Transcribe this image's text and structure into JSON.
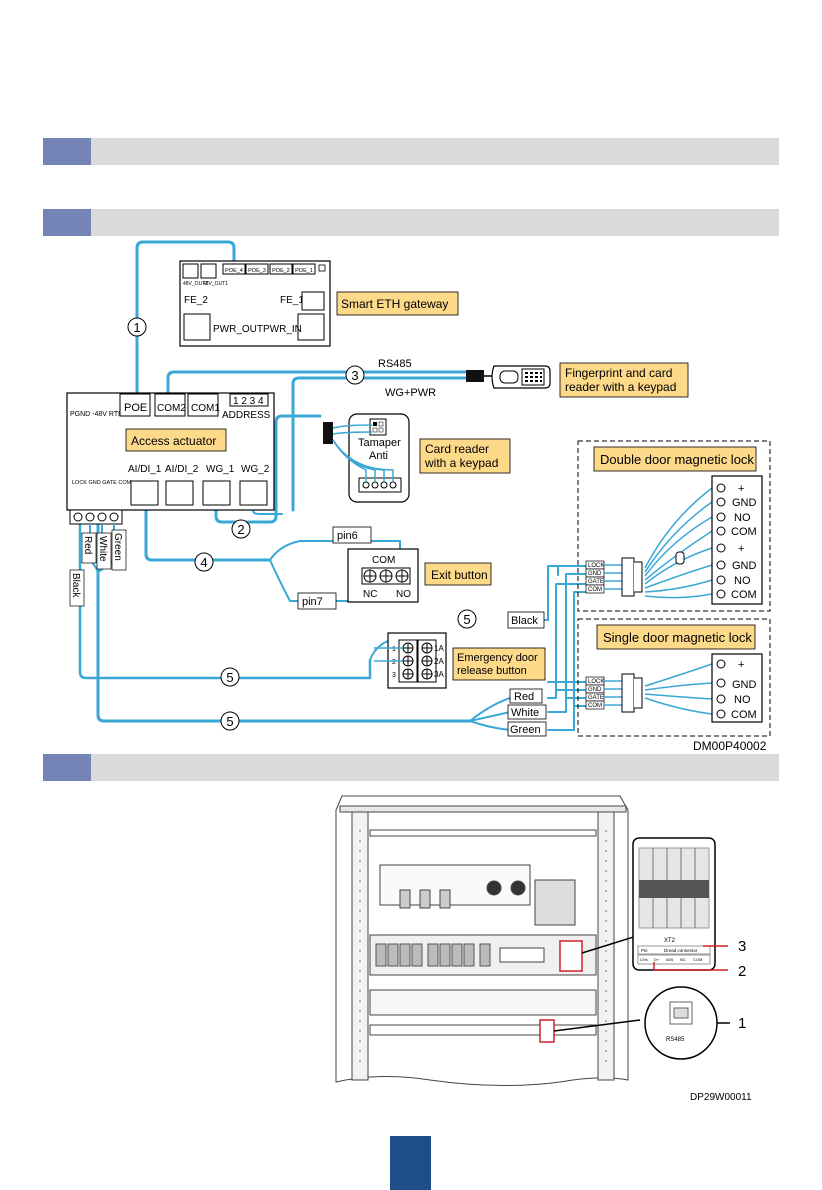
{
  "colors": {
    "section_bar": "#dadada",
    "section_marker": "#7584b7",
    "cable": "#3aa8d6",
    "label_fill": "#fdd98a",
    "page_badge": "#1d4e89"
  },
  "wiring": {
    "gateway": {
      "label": "Smart ETH gateway",
      "ports_top": [
        "POE_4",
        "POE_3",
        "POE_2",
        "POE_1"
      ],
      "dc_out": [
        "48V_OUT2",
        "48V_OUT1"
      ],
      "fe2": "FE_2",
      "fe1": "FE_1",
      "pwr_out": "PWR_OUT",
      "pwr_in": "PWR_IN"
    },
    "actuator": {
      "label": "Access actuator",
      "pwr": "PGND -48V RTN",
      "poe": "POE",
      "com2": "COM2",
      "com1": "COM1",
      "dip": "1 2 3 4",
      "address": "ADDRESS",
      "terminals": "LOCK GND GATE COM",
      "aidi1": "AI/DI_1",
      "aidi2": "AI/DI_2",
      "wg1": "WG_1",
      "wg2": "WG_2"
    },
    "cables": {
      "c1": "1",
      "c2": "2",
      "c3": "3",
      "c4": "4",
      "c5": "5"
    },
    "rs485": "RS485",
    "wg_pwr": "WG+PWR",
    "fingerprint_label": [
      "Fingerprint and card",
      "reader with a keypad"
    ],
    "card_reader_label": [
      "Card reader",
      "with a keypad"
    ],
    "tamper": [
      "Tamaper",
      "Anti"
    ],
    "exit": {
      "label": "Exit button",
      "com": "COM",
      "nc": "NC",
      "no": "NO",
      "pin6": "pin6",
      "pin7": "pin7"
    },
    "emergency": {
      "label": [
        "Emergency door",
        "release button"
      ],
      "left": [
        "1",
        "2",
        "3"
      ],
      "right": [
        "1A",
        "2A",
        "3A"
      ]
    },
    "wire_colors": {
      "black": "Black",
      "red": "Red",
      "white": "White",
      "green": "Green"
    },
    "double_lock": {
      "title": "Double door magnetic lock",
      "terms": [
        "+",
        "GND",
        "NO",
        "COM",
        "+",
        "GND",
        "NO",
        "COM"
      ]
    },
    "single_lock": {
      "title": "Single door magnetic lock",
      "terms": [
        "+",
        "GND",
        "NO",
        "COM"
      ]
    },
    "lock_io": [
      "LOCK",
      "GND",
      "GATE",
      "COM"
    ],
    "figure_code": "DM00P40002"
  },
  "cabinet": {
    "callouts": [
      "1",
      "2",
      "3"
    ],
    "xt2": "XT2",
    "xt2_headers": [
      "Pin",
      "Dread connector"
    ],
    "xt2_cells": [
      "CHx",
      "D+",
      "A05",
      "NC",
      "COM"
    ],
    "rs485_label": "RS485",
    "figure_code": "DP29W00011"
  }
}
